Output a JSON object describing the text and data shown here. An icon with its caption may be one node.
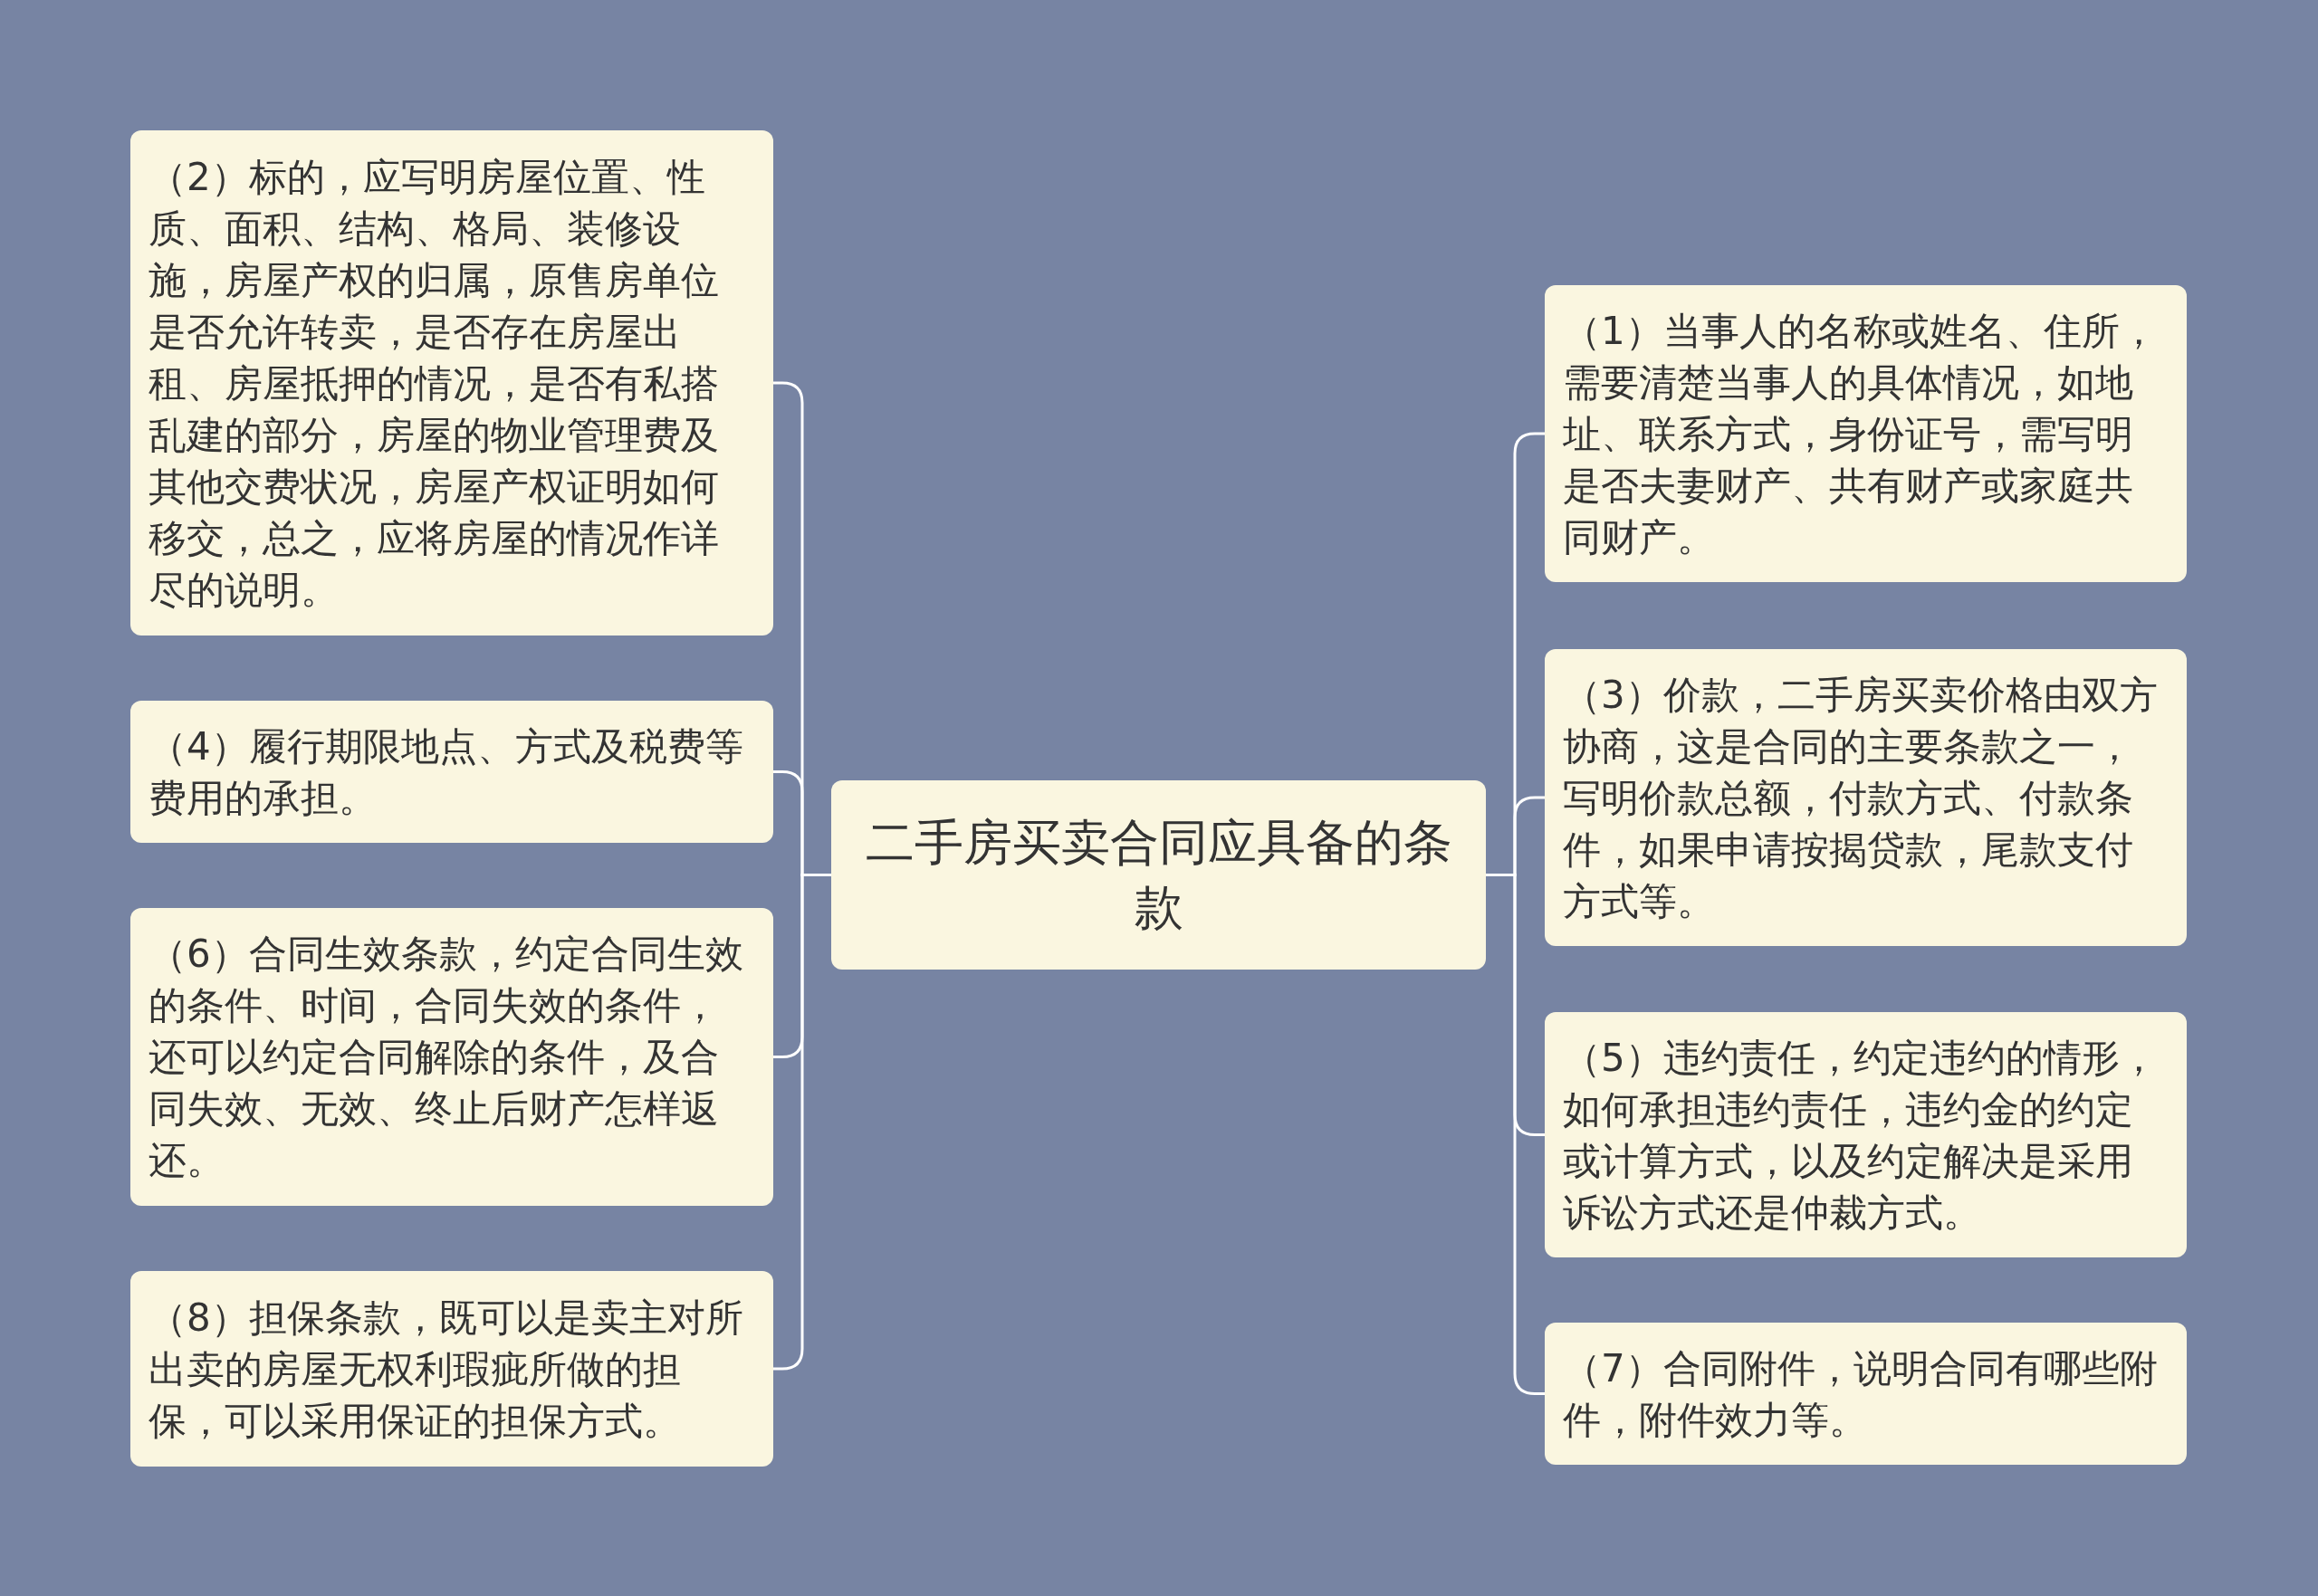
{
  "diagram": {
    "nodes": [
      {
        "text": [
          "二手房买卖合同应具备的条款"
        ]
      },
      {
        "text": [
          "（2）标的，应写明房屋位置、性质、面积、结构、格局、装修设施，房屋产权的归属，原售房单位是否允许转卖，是否存在房屋出租、房屋抵押的情况，是否有私搭乱建的部分，房屋的物业管理费及其他交费状况，房屋产权证明如何移交，总之，应将房屋的情况作详尽的说明。"
        ]
      },
      {
        "text": [
          "（4）履行期限地点、方式及税费等费用的承担。"
        ]
      },
      {
        "text": [
          "（6）合同生效条款，约定合同生效的条件、时间，合同失效的条件，还可以约定合同解除的条件，及合同失效、无效、终止后财产怎样返还。"
        ]
      },
      {
        "text": [
          "（8）担保条款，既可以是卖主对所出卖的房屋无权利瑕疵所做的担保，可以采用保证的担保方式。"
        ]
      },
      {
        "text": [
          "（1）当事人的名称或姓名、住所，需要清楚当事人的具体情况，如地址、联系方式，身份证号，需写明是否夫妻财产、共有财产或家庭共同财产。"
        ]
      },
      {
        "text": [
          "（3）价款，二手房买卖价格由双方协商，这是合同的主要条款之一，写明价款总额，付款方式、付款条件，如果申请按揭贷款，尾款支付方式等。"
        ]
      },
      {
        "text": [
          "（5）违约责任，约定违约的情形，如何承担违约责任，违约金的约定或计算方式，以及约定解决是采用诉讼方式还是仲裁方式。"
        ]
      },
      {
        "text": [
          "（7）合同附件，说明合同有哪些附件，附件效力等。"
        ]
      }
    ],
    "edges": [
      {
        "from": 0,
        "to": 1,
        "arrow": "none"
      },
      {
        "from": 0,
        "to": 2,
        "arrow": "none"
      },
      {
        "from": 0,
        "to": 3,
        "arrow": "none"
      },
      {
        "from": 0,
        "to": 4,
        "arrow": "none"
      },
      {
        "from": 0,
        "to": 5,
        "arrow": "none"
      },
      {
        "from": 0,
        "to": 6,
        "arrow": "none"
      },
      {
        "from": 0,
        "to": 7,
        "arrow": "none"
      },
      {
        "from": 0,
        "to": 8,
        "arrow": "none"
      }
    ]
  }
}
